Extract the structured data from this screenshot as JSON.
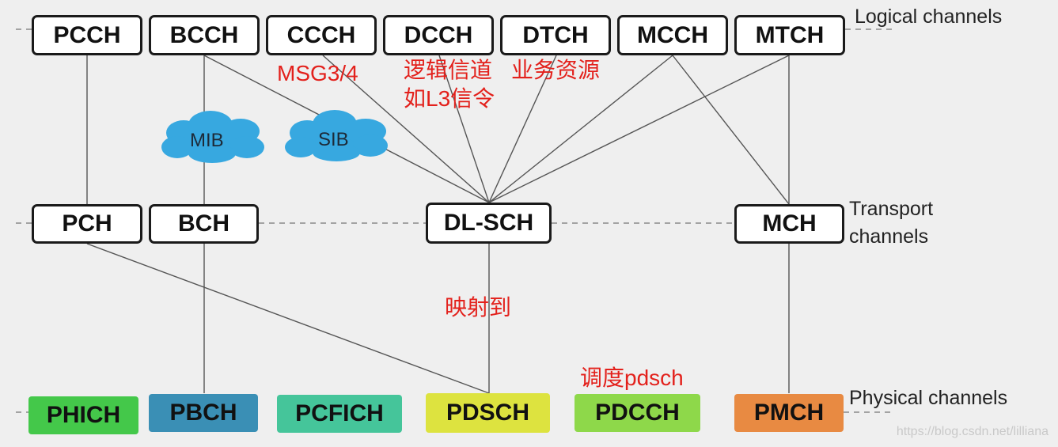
{
  "levels": {
    "logical": "Logical channels",
    "transport_line1": "Transport",
    "transport_line2": "channels",
    "physical": "Physical channels"
  },
  "logical_channels": [
    "PCCH",
    "BCCH",
    "CCCH",
    "DCCH",
    "DTCH",
    "MCCH",
    "MTCH"
  ],
  "transport_channels": [
    "PCH",
    "BCH",
    "DL-SCH",
    "MCH"
  ],
  "physical_channels": [
    {
      "label": "PHICH",
      "color": "#44c84a"
    },
    {
      "label": "PBCH",
      "color": "#3a8fb5"
    },
    {
      "label": "PCFICH",
      "color": "#45c59a"
    },
    {
      "label": "PDSCH",
      "color": "#dde33f"
    },
    {
      "label": "PDCCH",
      "color": "#8ed84a"
    },
    {
      "label": "PMCH",
      "color": "#e88a42"
    }
  ],
  "clouds": [
    "MIB",
    "SIB"
  ],
  "annotations": {
    "msg34": "MSG3/4",
    "logical_line1": "逻辑信道",
    "logical_line2": "如L3信令",
    "business": "业务资源",
    "mapped": "映射到",
    "schedule": "调度pdsch"
  },
  "watermark": "https://blog.csdn.net/lilliana"
}
